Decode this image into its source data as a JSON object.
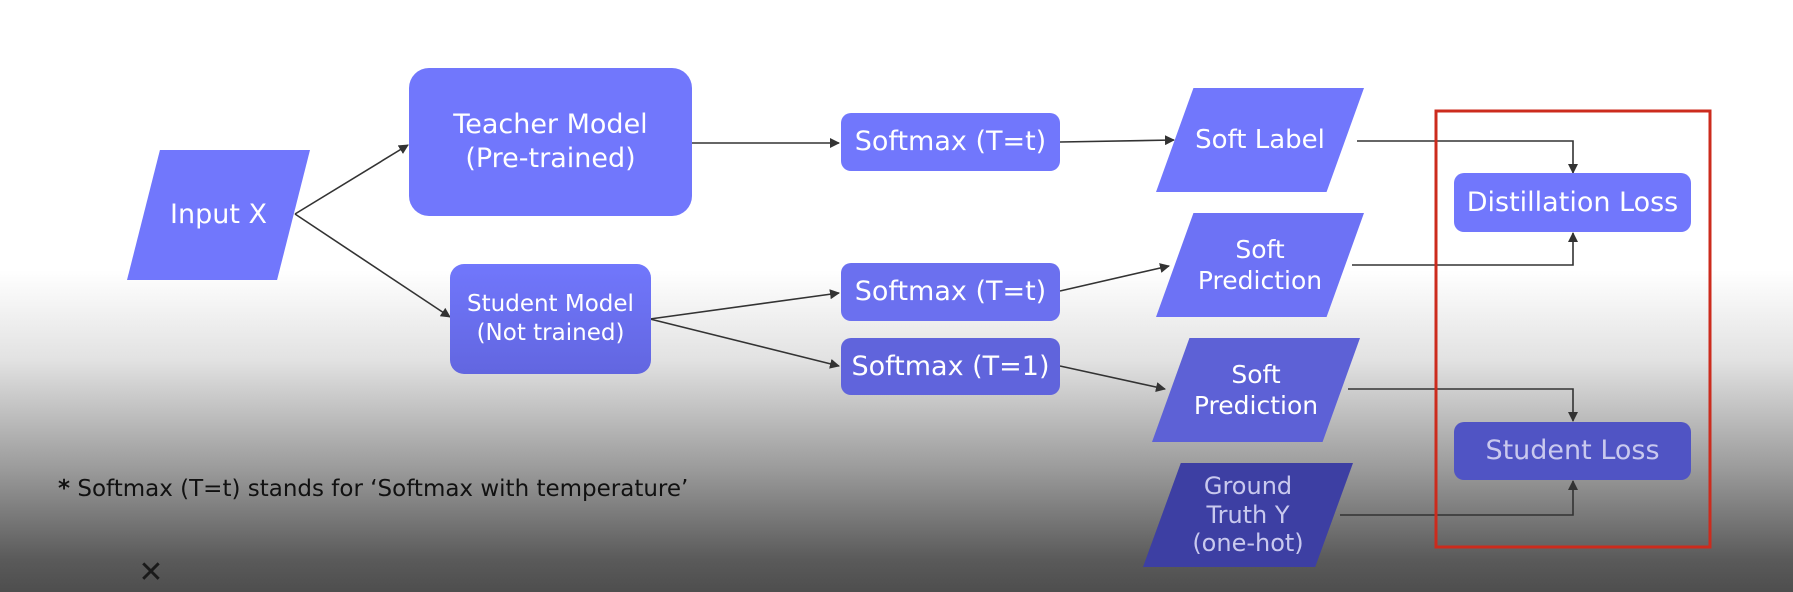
{
  "diagram": {
    "input": "Input X",
    "teacher": {
      "line1": "Teacher Model",
      "line2": "(Pre-trained)"
    },
    "student": {
      "line1": "Student Model",
      "line2": "(Not trained)"
    },
    "softmax_teacher": "Softmax (T=t)",
    "softmax_student_t": "Softmax (T=t)",
    "softmax_student_1": "Softmax (T=1)",
    "soft_label": "Soft Label",
    "soft_prediction_1": {
      "line1": "Soft",
      "line2": "Prediction"
    },
    "soft_prediction_2": {
      "line1": "Soft",
      "line2": "Prediction"
    },
    "ground_truth": {
      "line1": "Ground",
      "line2": "Truth Y",
      "line3": "(one-hot)"
    },
    "distillation_loss": "Distillation Loss",
    "student_loss": "Student Loss"
  },
  "note": {
    "star": "*",
    "text": " Softmax (T=t) stands for ‘Softmax with temperature’"
  },
  "close_icon": "close-icon",
  "colors": {
    "node": "#7177fc",
    "highlight_border": "#cc2b1d",
    "arrow": "#333333"
  }
}
